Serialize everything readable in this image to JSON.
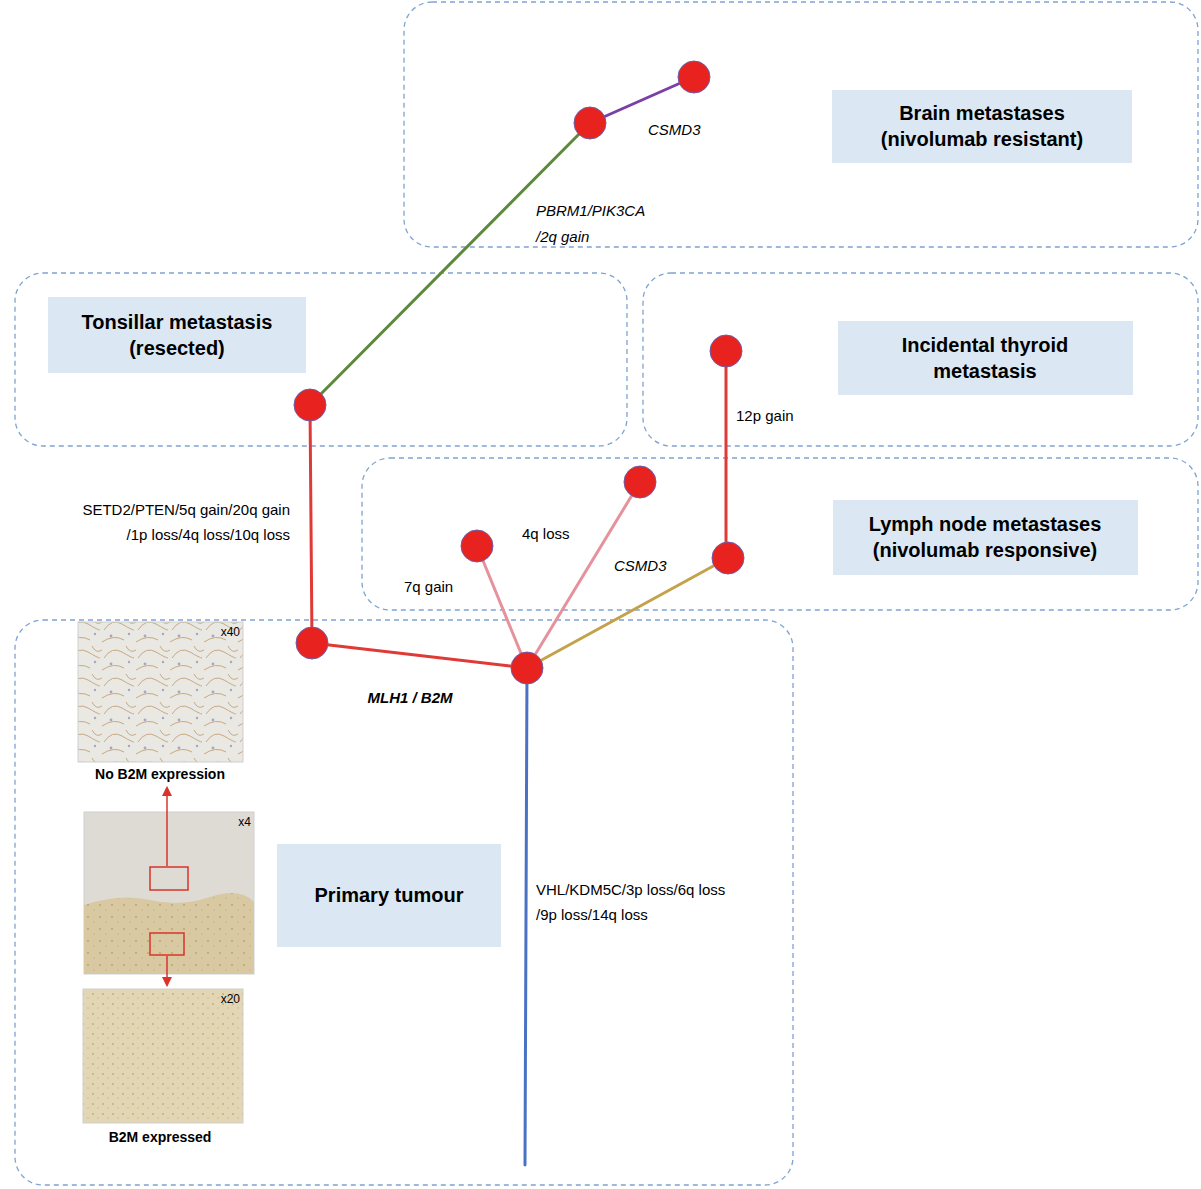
{
  "diagram": {
    "nodes": [
      {
        "text": [
          "Brain metastases (nivolumab resistant)"
        ]
      },
      {
        "text": [
          "Tonsillar metastasis (resected)"
        ]
      },
      {
        "text": [
          "Incidental thyroid metastasis"
        ]
      },
      {
        "text": [
          "Lymph node metastases (nivolumab responsive)"
        ]
      },
      {
        "text": [
          "Primary tumour"
        ]
      }
    ],
    "labels": [
      "CSMD3",
      "PBRM1/PIK3CA /2q gain",
      "12p gain",
      "SETD2/PTEN/5q gain/20q gain /1p loss/4q loss/10q loss",
      "4q loss",
      "7q gain",
      "CSMD3",
      "MLH1 / B2M",
      "VHL/KDM5C/3p loss/6q loss /9p loss/14q loss",
      "x40",
      "No B2M expression",
      "x4",
      "x20",
      "B2M expressed"
    ]
  }
}
